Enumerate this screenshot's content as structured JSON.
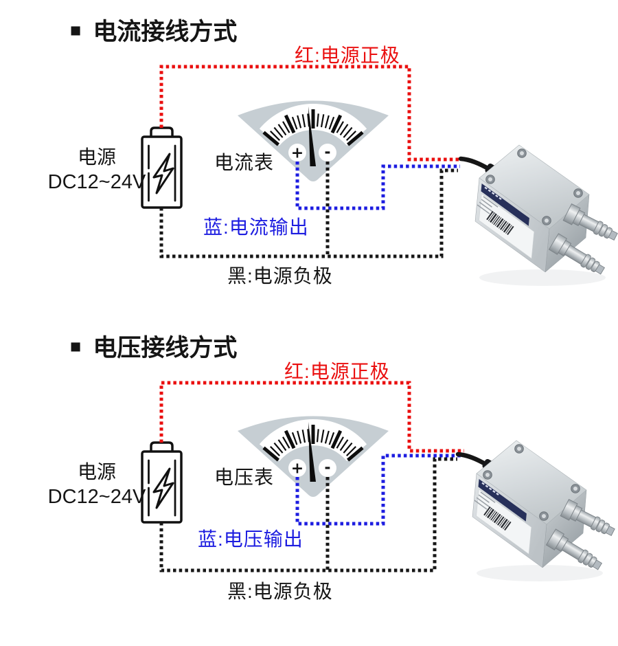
{
  "colors": {
    "wire_red": "#ea0f0f",
    "wire_blue": "#1d1de0",
    "wire_black": "#171717",
    "text_black": "#151515",
    "meter_gray": "#c6ced3"
  },
  "diagrams": [
    {
      "title_bullet": "■",
      "title": "电流接线方式",
      "power_label": "电源",
      "power_range": "DC12~24V",
      "meter_label": "电流表",
      "terminal_plus": "+",
      "terminal_minus": "-",
      "label_red": "红:电源正极",
      "label_blue": "蓝:电流输出",
      "label_black": "黑:电源负极"
    },
    {
      "title_bullet": "■",
      "title": "电压接线方式",
      "power_label": "电源",
      "power_range": "DC12~24V",
      "meter_label": "电压表",
      "terminal_plus": "+",
      "terminal_minus": "-",
      "label_red": "红:电源正极",
      "label_blue": "蓝:电压输出",
      "label_black": "黑:电源负极"
    }
  ]
}
